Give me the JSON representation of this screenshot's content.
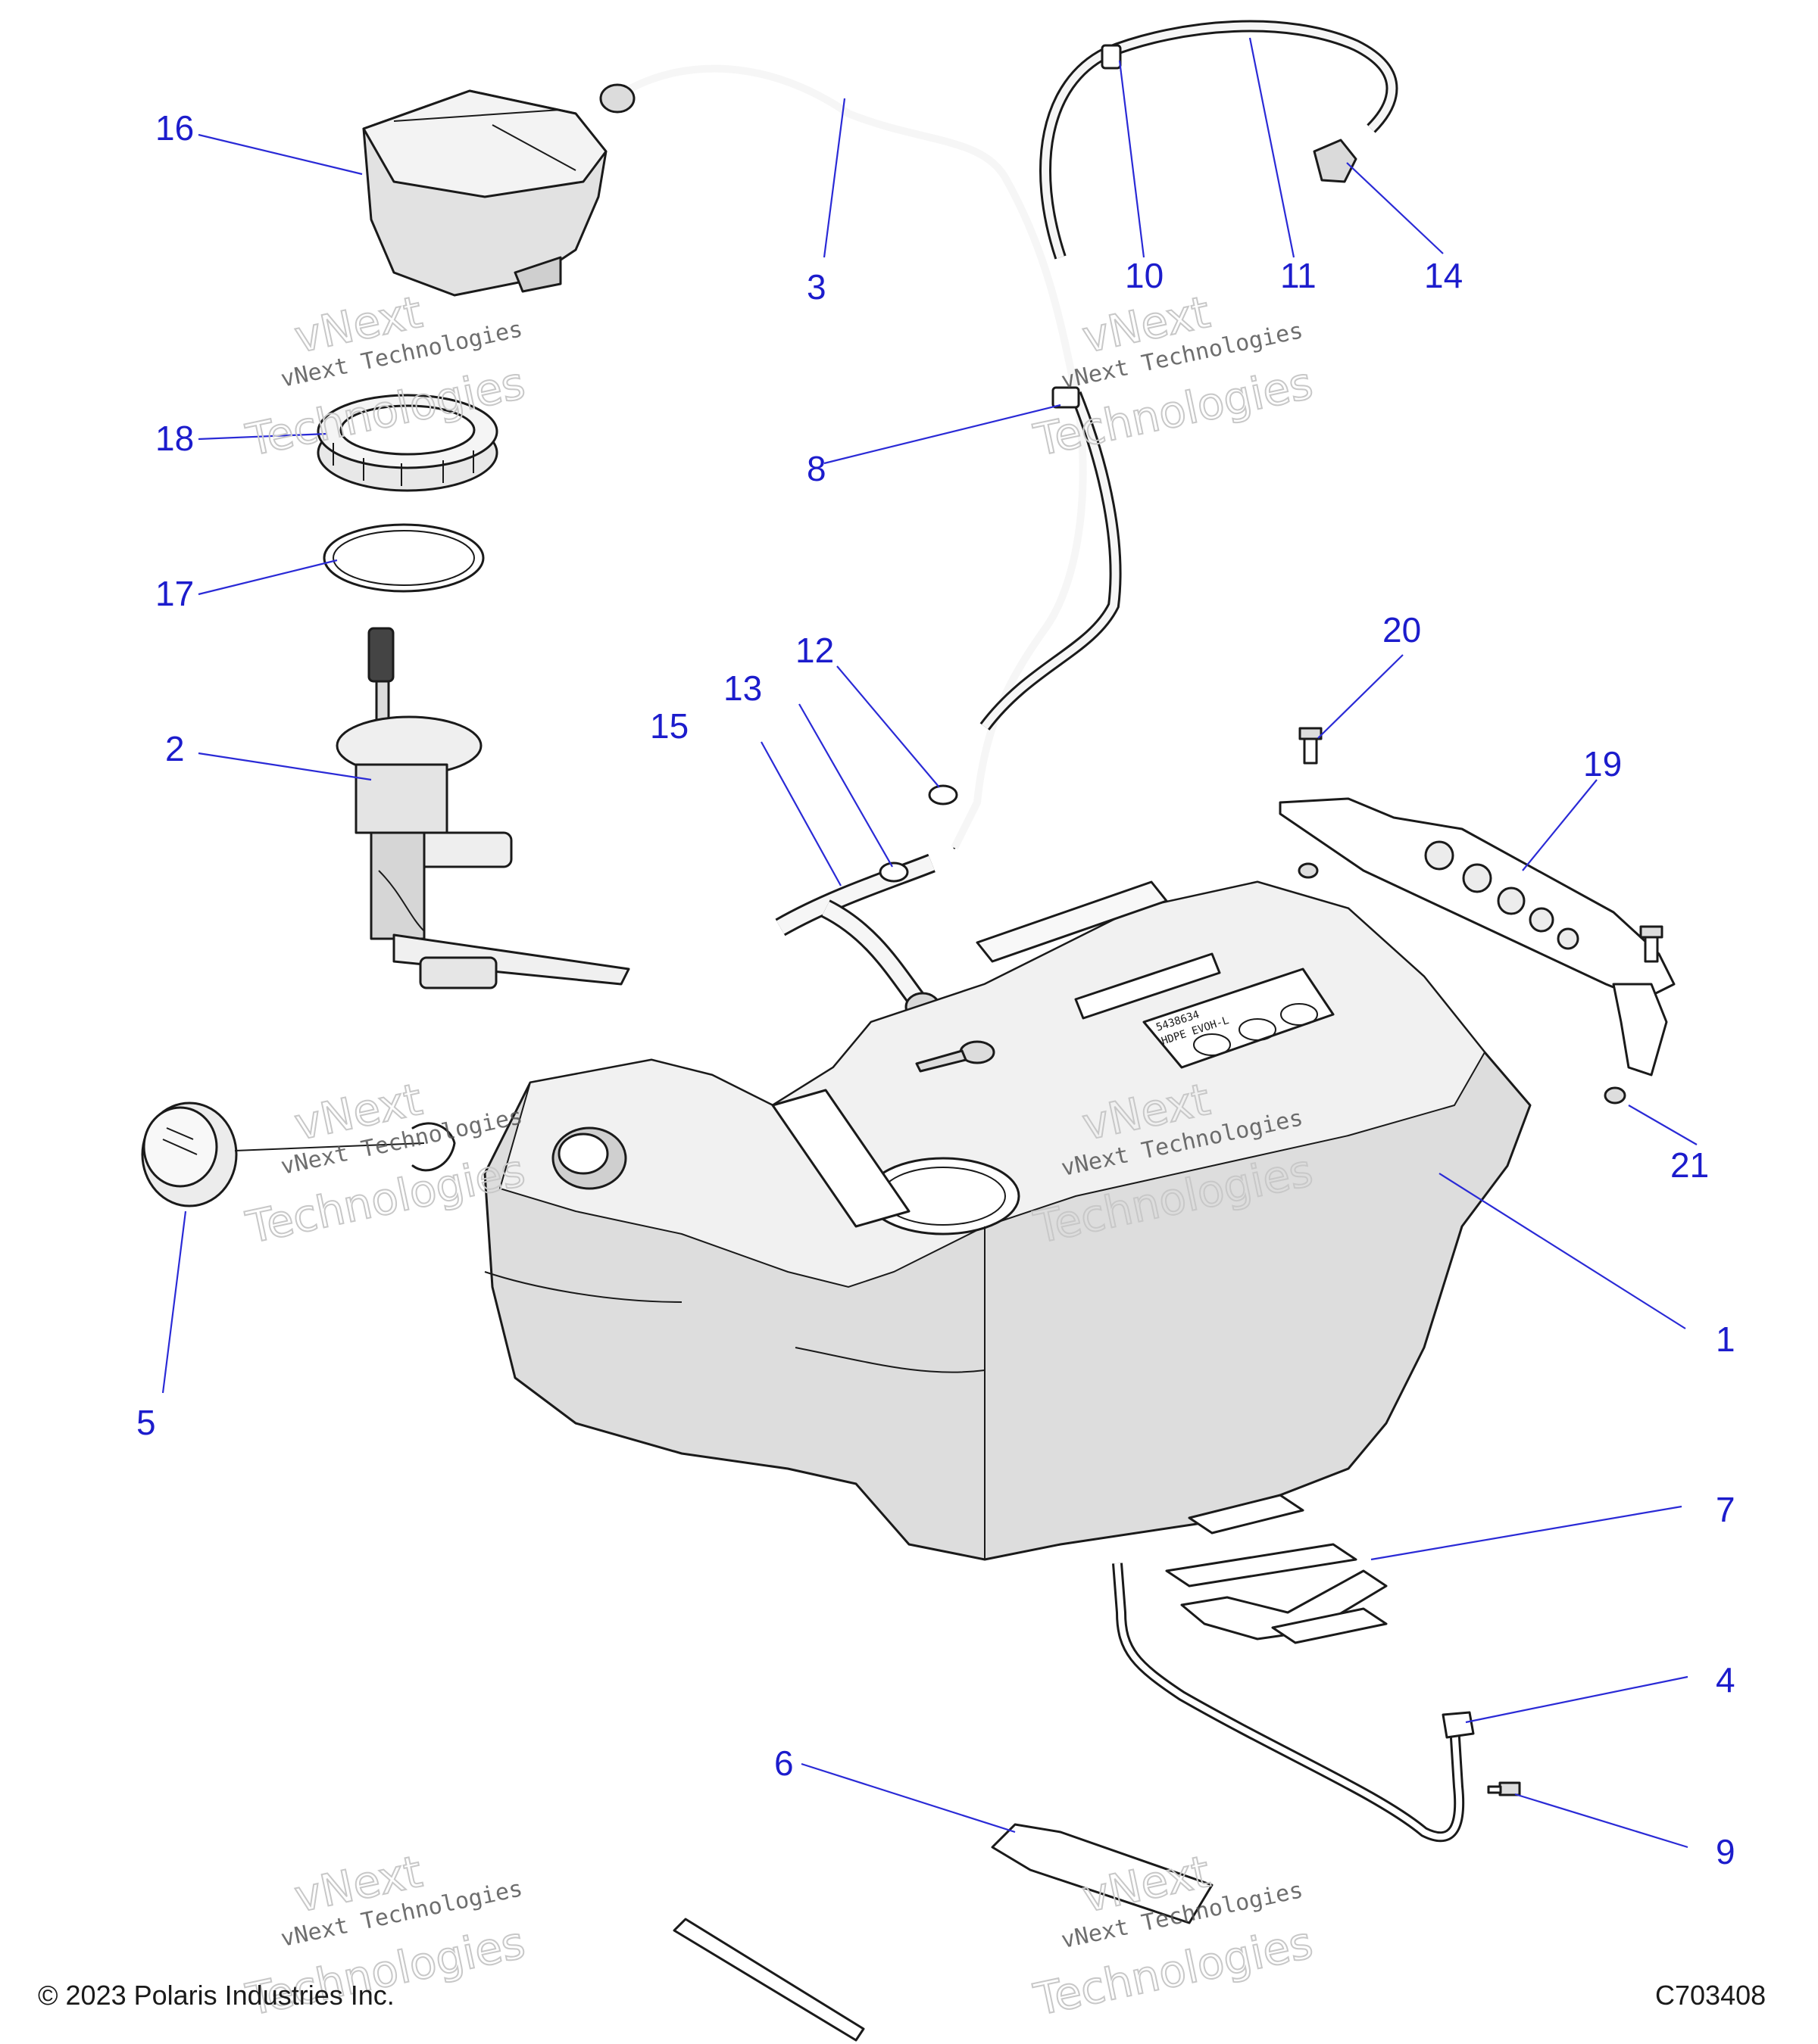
{
  "diagram": {
    "callouts": {
      "c1": "1",
      "c2": "2",
      "c3": "3",
      "c4": "4",
      "c5": "5",
      "c6": "6",
      "c7": "7",
      "c8": "8",
      "c9": "9",
      "c10": "10",
      "c11": "11",
      "c12": "12",
      "c13": "13",
      "c14": "14",
      "c15": "15",
      "c16": "16",
      "c17": "17",
      "c18": "18",
      "c19": "19",
      "c20": "20",
      "c21": "21"
    },
    "tank_label": {
      "line1": "5438634",
      "line2": "HDPE EVOH-L"
    },
    "watermark": {
      "line1": "vNext Technologies",
      "line2": "vNext",
      "line3": "Technologies"
    }
  },
  "footer": {
    "copyright": "© 2023 Polaris Industries Inc.",
    "code": "C703408"
  },
  "colors": {
    "callout": "#1c1ccc",
    "ink": "#1a1a1a",
    "shade": "#dedede"
  }
}
